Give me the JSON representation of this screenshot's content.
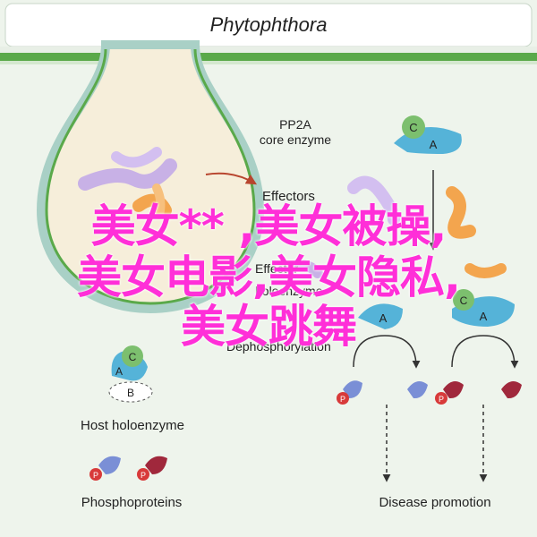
{
  "header": {
    "organism": "Phytophthora"
  },
  "labels": {
    "pp2a_line1": "PP2A",
    "pp2a_line2": "core enzyme",
    "effectors": "Effectors",
    "effector_holo_line1": "Effector",
    "effector_holo_line2": "holoenzyme",
    "dephosphorylation": "Dephosphorylation",
    "host_holoenzyme": "Host holoenzyme",
    "phosphoproteins": "Phosphoproteins",
    "disease_promotion": "Disease promotion"
  },
  "subunits": {
    "a": "A",
    "b": "B",
    "c": "C",
    "p": "P"
  },
  "overlay": {
    "line1": "美女** ,美女被操,",
    "line2": "美女电影,美女隐私,",
    "line3": "美女跳舞"
  },
  "colors": {
    "membrane": "#5aa94a",
    "haustorium_outline": "#b3d5cc",
    "a_subunit": "#55b3d8",
    "c_subunit": "#7cbf6e",
    "effector_purple": "#c8b1e6",
    "effector_orange": "#f3a54e",
    "phospho_protein": "#7a8fd6",
    "dephos_protein": "#a0283c",
    "phospho_badge": "#d83a3a",
    "overlay_text": "#ff2fd8"
  }
}
